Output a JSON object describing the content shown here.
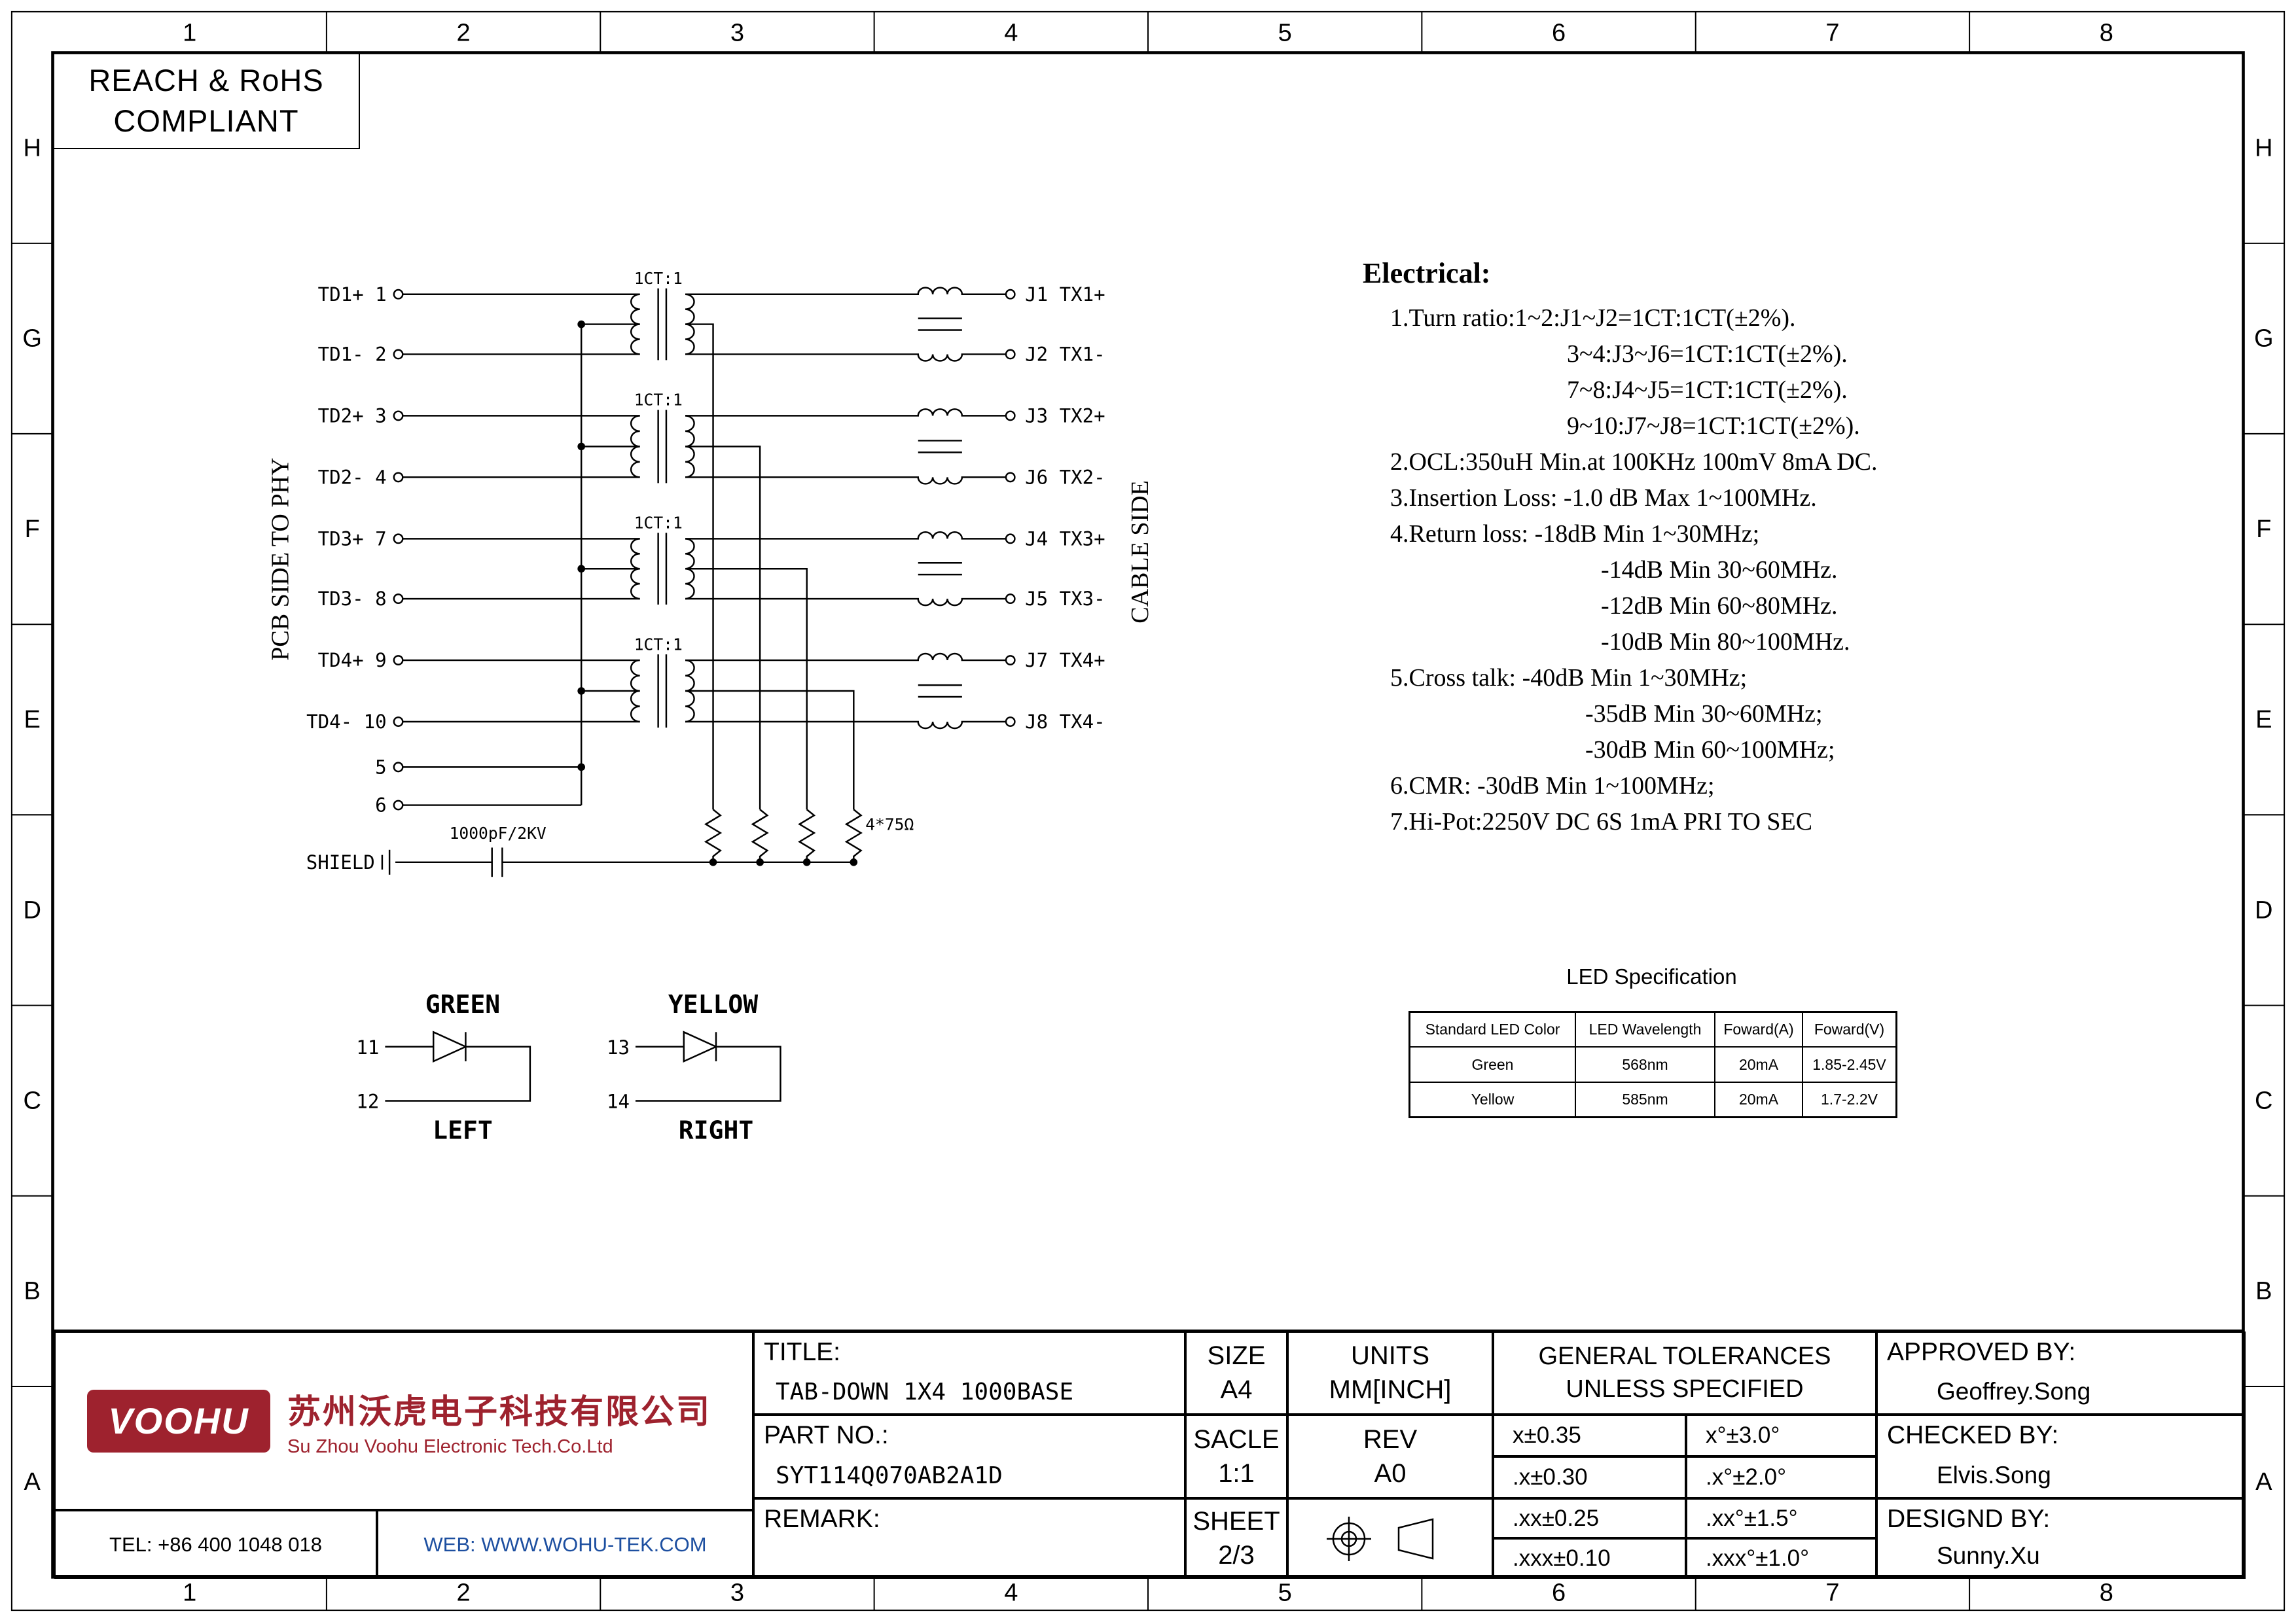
{
  "colors": {
    "brand_red": "#9e222e",
    "web_blue": "#1d4fa0",
    "line_black": "#000000"
  },
  "frame": {
    "col_labels": [
      "1",
      "2",
      "3",
      "4",
      "5",
      "6",
      "7",
      "8"
    ],
    "row_labels": [
      "H",
      "G",
      "F",
      "E",
      "D",
      "C",
      "B",
      "A"
    ],
    "compliance": [
      "REACH & RoHS",
      "COMPLIANT"
    ]
  },
  "schematic": {
    "pcb_side_label": "PCB SIDE TO PHY",
    "cable_side_label": "CABLE SIDE",
    "transformer_ratio_label": "1CT:1",
    "pcb_pins": [
      "TD1+ 1",
      "TD1- 2",
      "TD2+ 3",
      "TD2- 4",
      "TD3+ 7",
      "TD3- 8",
      "TD4+ 9",
      "TD4- 10",
      "5",
      "6"
    ],
    "cable_pins": [
      "J1 TX1+",
      "J2 TX1-",
      "J3 TX2+",
      "J6 TX2-",
      "J4 TX3+",
      "J5 TX3-",
      "J7 TX4+",
      "J8 TX4-"
    ],
    "shield_label": "SHIELD",
    "capacitor_label": "1000pF/2KV",
    "resistor_label": "4*75Ω"
  },
  "led_indicators": {
    "green": {
      "title": "GREEN",
      "pin_top": "11",
      "pin_bottom": "12",
      "caption": "LEFT"
    },
    "yellow": {
      "title": "YELLOW",
      "pin_top": "13",
      "pin_bottom": "14",
      "caption": "RIGHT"
    }
  },
  "electrical": {
    "title": "Electrical:",
    "lines": [
      "1.Turn ratio:1~2:J1~J2=1CT:1CT(±2%).",
      "3~4:J3~J6=1CT:1CT(±2%).",
      "7~8:J4~J5=1CT:1CT(±2%).",
      "9~10:J7~J8=1CT:1CT(±2%).",
      "2.OCL:350uH Min.at 100KHz 100mV 8mA DC.",
      "3.Insertion Loss: -1.0 dB Max 1~100MHz.",
      "4.Return loss: -18dB Min 1~30MHz;",
      "-14dB Min 30~60MHz.",
      "-12dB Min 60~80MHz.",
      "-10dB Min 80~100MHz.",
      "5.Cross talk: -40dB Min 1~30MHz;",
      "-35dB Min 30~60MHz;",
      "-30dB Min 60~100MHz;",
      "6.CMR: -30dB Min 1~100MHz;",
      "7.Hi-Pot:2250V DC 6S 1mA PRI TO SEC"
    ]
  },
  "led_table": {
    "title": "LED Specification",
    "headers": [
      "Standard LED Color",
      "LED Wavelength",
      "Foward(A)",
      "Foward(V)"
    ],
    "rows": [
      [
        "Green",
        "568nm",
        "20mA",
        "1.85-2.45V"
      ],
      [
        "Yellow",
        "585nm",
        "20mA",
        "1.7-2.2V"
      ]
    ]
  },
  "title_block": {
    "title_label": "TITLE:",
    "title_value": "TAB-DOWN 1X4 1000BASE",
    "part_no_label": "PART NO.:",
    "part_no_value": "SYT114Q070AB2A1D",
    "remark_label": "REMARK:",
    "size_label": "SIZE",
    "size_value": "A4",
    "scale_label": "SACLE",
    "scale_value": "1:1",
    "sheet_label": "SHEET",
    "sheet_value": "2/3",
    "units_label": "UNITS",
    "units_value": "MM[INCH]",
    "rev_label": "REV",
    "rev_value": "A0",
    "tolerances_title_1": "GENERAL TOLERANCES",
    "tolerances_title_2": "UNLESS SPECIFIED",
    "tolerances": [
      [
        "x±0.35",
        "x°±3.0°"
      ],
      [
        ".x±0.30",
        ".x°±2.0°"
      ],
      [
        ".xx±0.25",
        ".xx°±1.5°"
      ],
      [
        ".xxx±0.10",
        ".xxx°±1.0°"
      ]
    ],
    "approved_label": "APPROVED BY:",
    "approved_value": "Geoffrey.Song",
    "checked_label": "CHECKED BY:",
    "checked_value": "Elvis.Song",
    "designed_label": "DESIGND BY:",
    "designed_value": "Sunny.Xu",
    "company": {
      "logo_text": "VOOHU",
      "name_cn": "苏州沃虎电子科技有限公司",
      "name_en": "Su Zhou Voohu Electronic Tech.Co.Ltd",
      "tel": "TEL: +86 400 1048 018",
      "web": "WEB: WWW.WOHU-TEK.COM"
    }
  }
}
